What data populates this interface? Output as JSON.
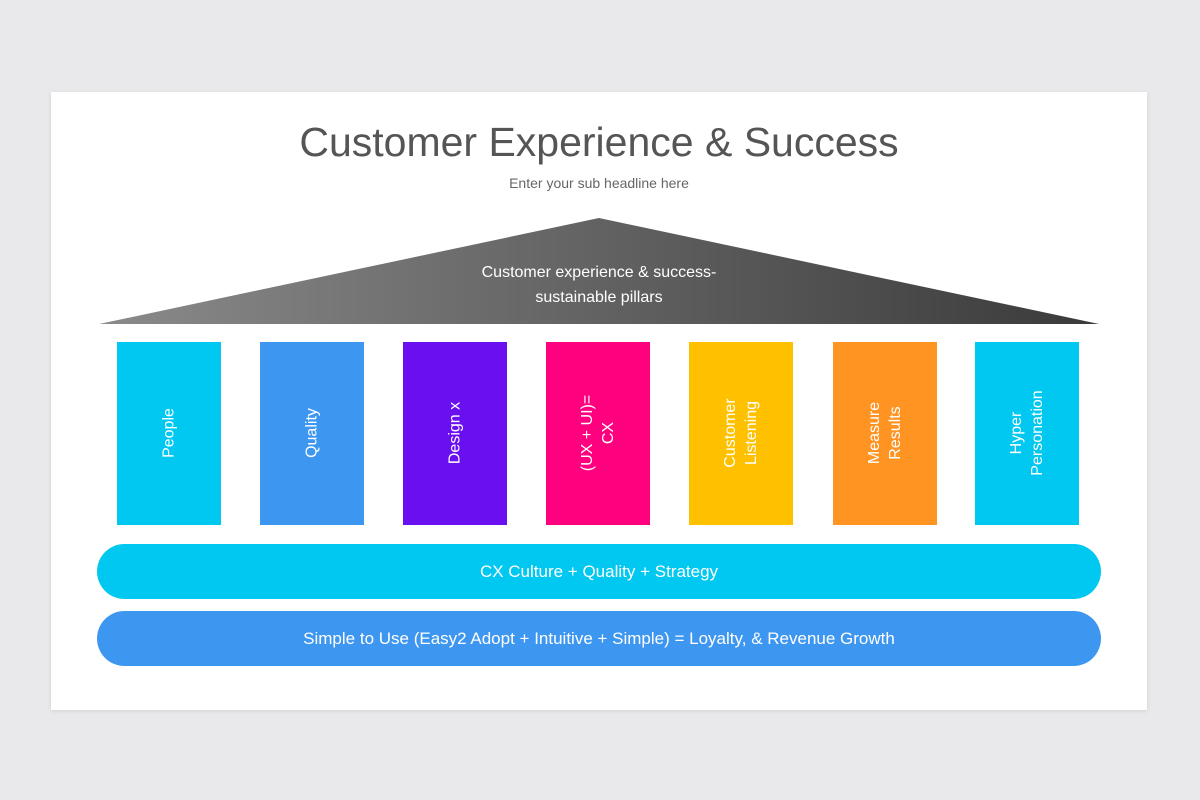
{
  "slide": {
    "title": "Customer Experience & Success",
    "subtitle": "Enter your sub headline here"
  },
  "roof": {
    "line1": "Customer experience & success-",
    "line2": "sustainable pillars",
    "gradient_from": "#8a8a8a",
    "gradient_to": "#3a3a3a"
  },
  "pillars": [
    {
      "lines": [
        "People"
      ],
      "color": "#00c8f0"
    },
    {
      "lines": [
        "Quality"
      ],
      "color": "#3d96f0"
    },
    {
      "lines": [
        "Design x"
      ],
      "color": "#6a0ff0"
    },
    {
      "lines": [
        "(UX + UI)=",
        "CX"
      ],
      "color": "#ff007f"
    },
    {
      "lines": [
        "Customer",
        "Listening"
      ],
      "color": "#ffc000"
    },
    {
      "lines": [
        "Measure",
        "Results"
      ],
      "color": "#ff9422"
    },
    {
      "lines": [
        "Hyper",
        "Personation"
      ],
      "color": "#00c8f0"
    }
  ],
  "bands": [
    {
      "text": "CX Culture + Quality + Strategy",
      "color": "#00c8f0"
    },
    {
      "text": "Simple to Use (Easy2 Adopt + Intuitive + Simple) = Loyalty, & Revenue Growth",
      "color": "#3d96f0"
    }
  ]
}
